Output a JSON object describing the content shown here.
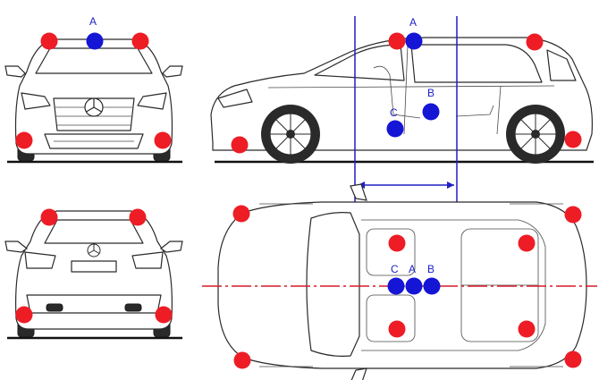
{
  "labels": {
    "front_a": "A",
    "side_a": "A",
    "side_b": "B",
    "side_c": "C",
    "top_c": "C",
    "top_a": "A",
    "top_b": "B"
  },
  "colors": {
    "sensor_red": "#ee1c25",
    "seat_blue": "#1515d6",
    "guide_line": "#1f1fc4",
    "centerline": "#d7192a"
  }
}
